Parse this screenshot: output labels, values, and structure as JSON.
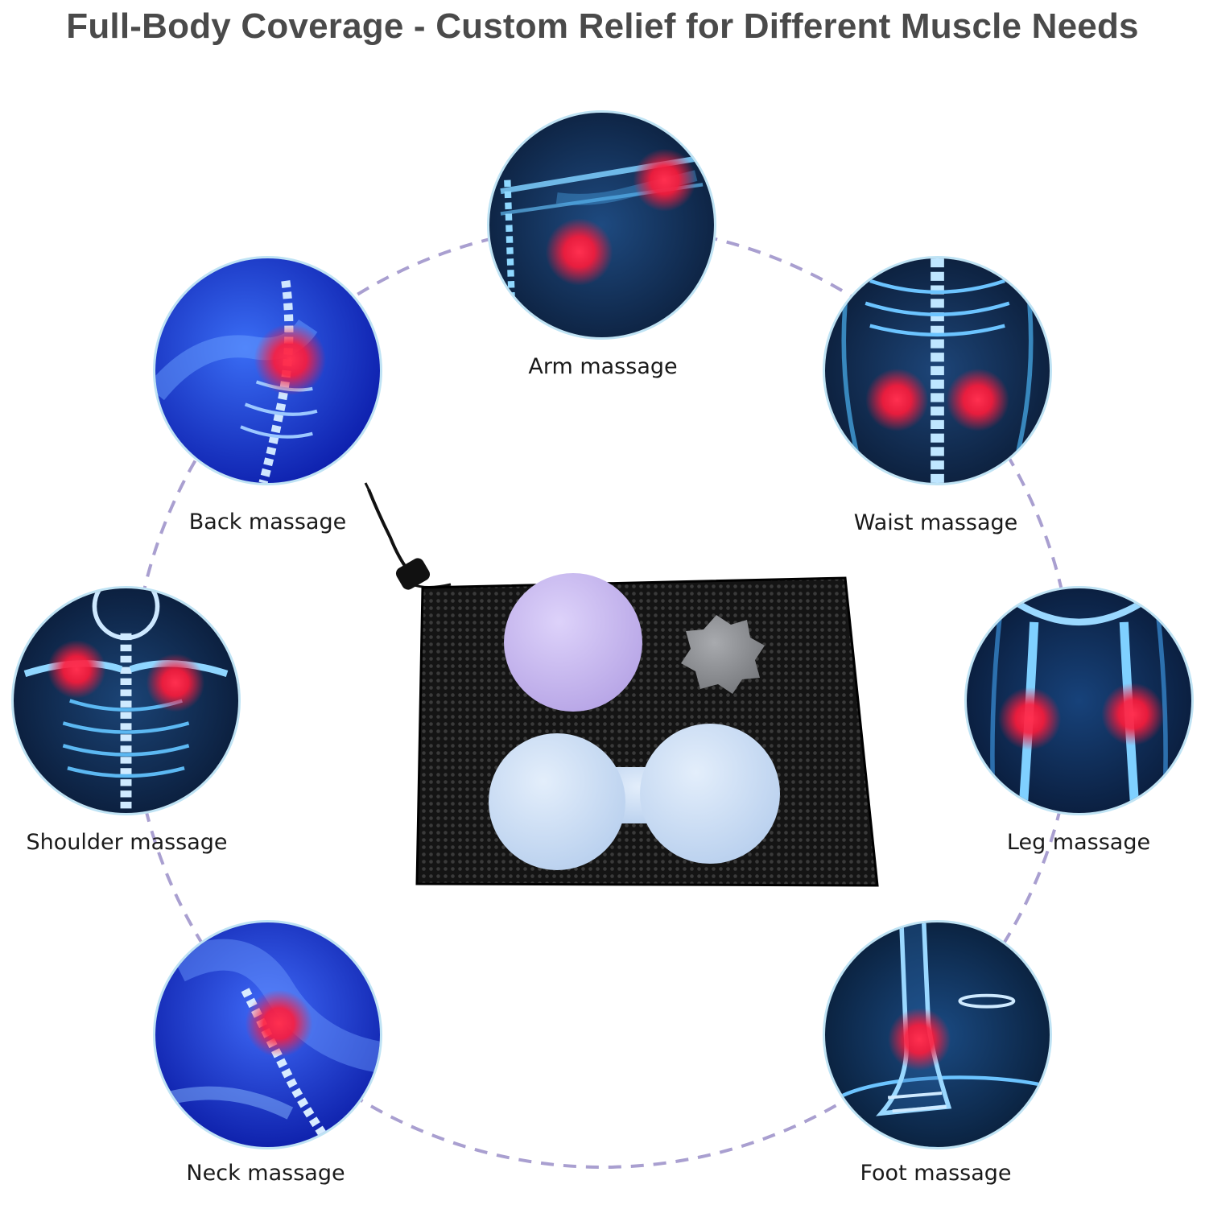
{
  "title": "Full-Body Coverage - Custom Relief for Different Muscle Needs",
  "colors": {
    "title": "#4a4a4a",
    "dashed_ring": "#a99fd0",
    "hotspot": "#ff2040",
    "ball_purple": "#c7b8ee",
    "ball_gray": "#8a8c90",
    "peanut_blue": "#c8dcf2",
    "mesh_bag": "#111111"
  },
  "areas": [
    {
      "id": "arm",
      "label": "Arm massage",
      "icon": "arm-xray-icon"
    },
    {
      "id": "back",
      "label": "Back massage",
      "icon": "back-xray-icon"
    },
    {
      "id": "waist",
      "label": "Waist massage",
      "icon": "waist-xray-icon"
    },
    {
      "id": "shoulder",
      "label": "Shoulder massage",
      "icon": "shoulder-xray-icon"
    },
    {
      "id": "leg",
      "label": "Leg massage",
      "icon": "leg-xray-icon"
    },
    {
      "id": "neck",
      "label": "Neck massage",
      "icon": "neck-xray-icon"
    },
    {
      "id": "foot",
      "label": "Foot massage",
      "icon": "foot-xray-icon"
    }
  ],
  "product": {
    "items": [
      "purple-massage-ball-icon",
      "spiky-massage-ball-icon",
      "peanut-massage-ball-icon",
      "mesh-drawstring-bag-icon"
    ]
  }
}
